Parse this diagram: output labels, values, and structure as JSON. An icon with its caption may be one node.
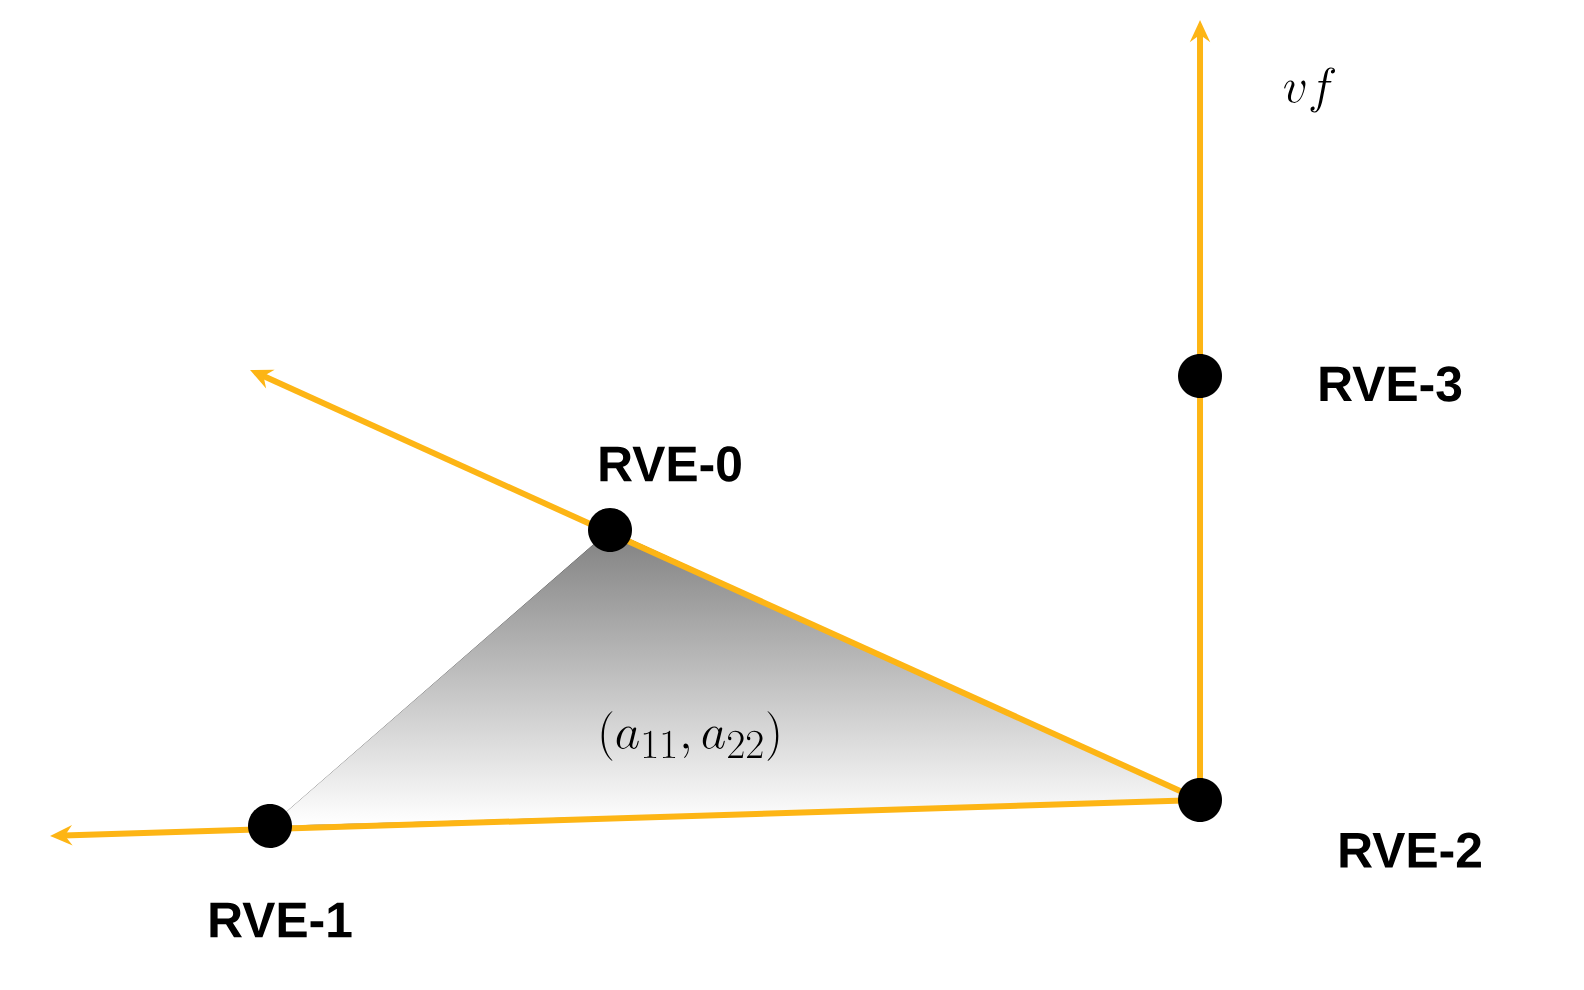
{
  "diagram": {
    "nodes": [
      {
        "text": [
          "RVE-3"
        ]
      },
      {
        "text": [
          "RVE-0"
        ]
      },
      {
        "text": [
          "(a_{11}, a_{22})"
        ]
      },
      {
        "text": [
          "RVE-2"
        ]
      },
      {
        "text": [
          "RVE-1"
        ]
      }
    ],
    "labels": [
      "vf"
    ]
  }
}
